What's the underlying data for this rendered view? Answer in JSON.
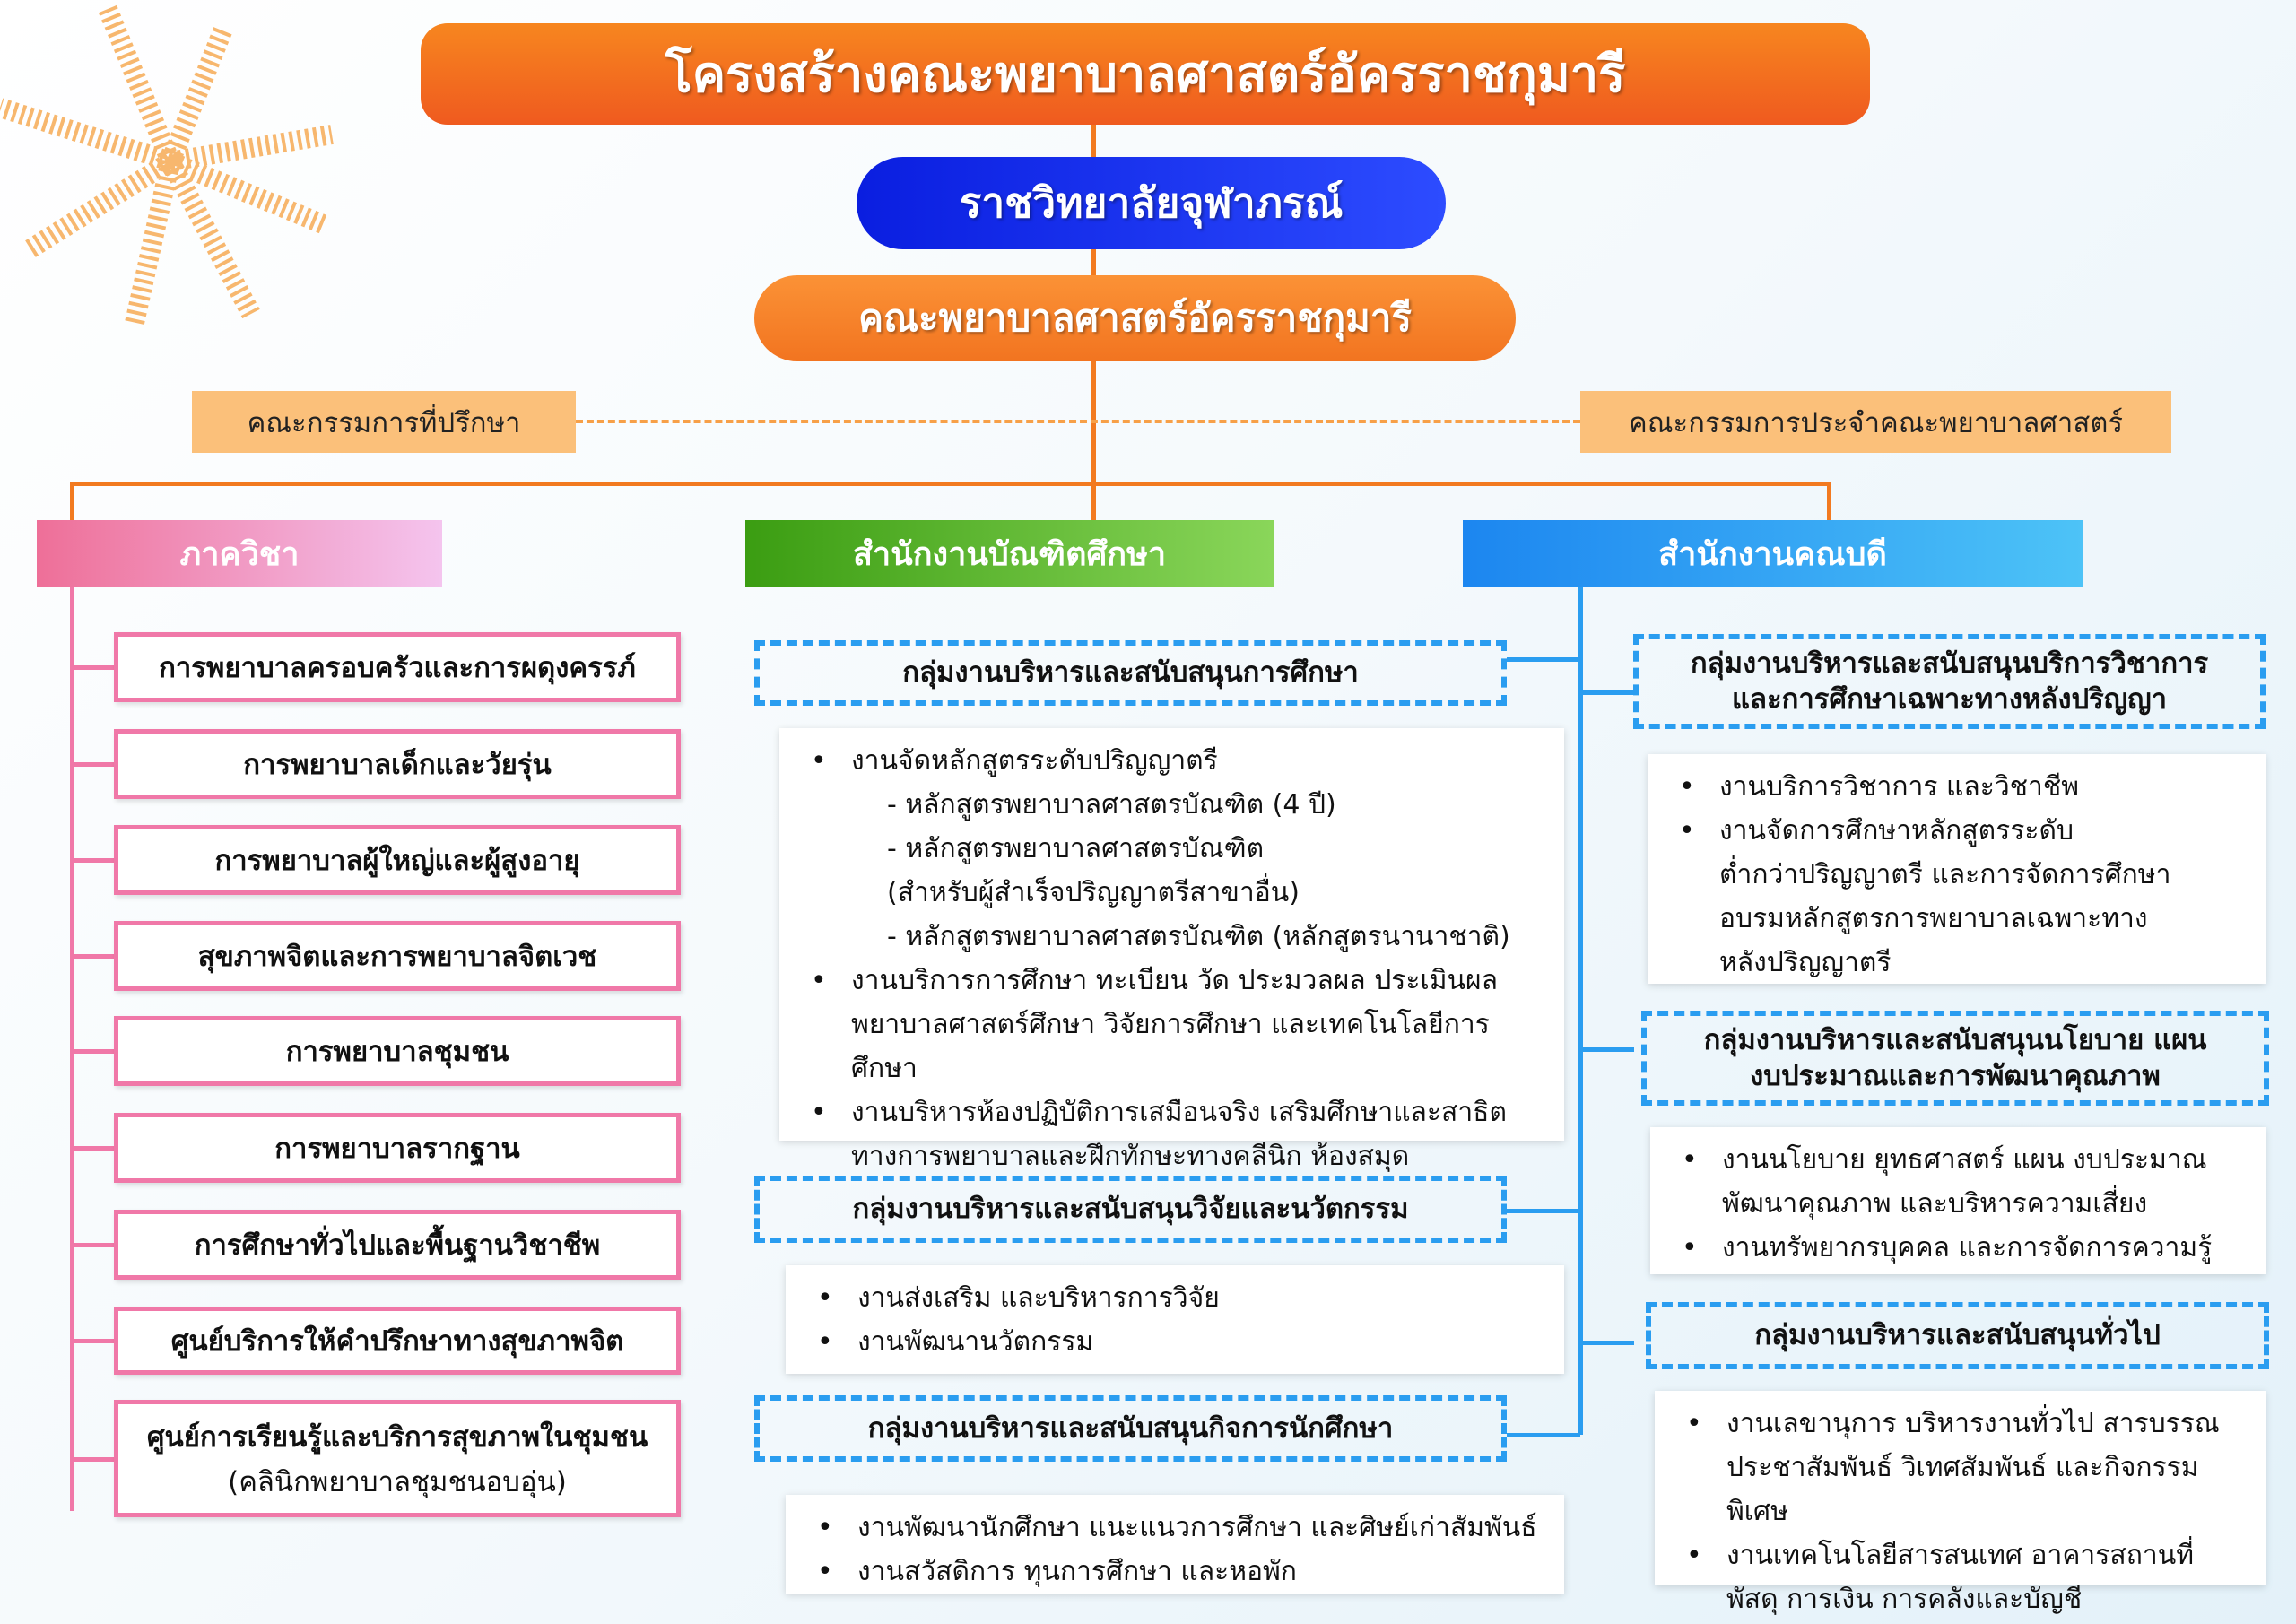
{
  "title": "โครงสร้างคณะพยาบาลศาสตร์อัครราชกุมารี",
  "college": "ราชวิทยาลัยจุฬาภรณ์",
  "faculty": "คณะพยาบาลศาสตร์อัครราชกุมารี",
  "advisory_committee": "คณะกรรมการที่ปรึกษา",
  "faculty_committee": "คณะกรรมการประจำคณะพยาบาลศาสตร์",
  "columns": {
    "departments": "ภาควิชา",
    "graduate_office": "สำนักงานบัณฑิตศึกษา",
    "dean_office": "สำนักงานคณบดี"
  },
  "colors": {
    "orange": "#f26b1f",
    "blue": "#1a2fe0",
    "pink": "#f078a8",
    "green": "#4fb81e",
    "sky": "#2a9df0"
  },
  "departments": [
    {
      "name": "การพยาบาลครอบครัวและการผดุงครรภ์"
    },
    {
      "name": "การพยาบาลเด็กและวัยรุ่น"
    },
    {
      "name": "การพยาบาลผู้ใหญ่และผู้สูงอายุ"
    },
    {
      "name": "สุขภาพจิตและการพยาบาลจิตเวช"
    },
    {
      "name": "การพยาบาลชุมชน"
    },
    {
      "name": "การพยาบาลรากฐาน"
    },
    {
      "name": "การศึกษาทั่วไปและพื้นฐานวิชาชีพ"
    },
    {
      "name": "ศูนย์บริการให้คำปรึกษาทางสุขภาพจิต"
    },
    {
      "name": "ศูนย์การเรียนรู้และบริการสุขภาพในชุมชน",
      "sub": "(คลินิกพยาบาลชุมชนอบอุ่น)"
    }
  ],
  "graduate": [
    {
      "title": "กลุ่มงานบริหารและสนับสนุนการศึกษา",
      "lines": [
        [
          "li",
          "งานจัดหลักสูตรระดับปริญญาตรี"
        ],
        [
          "sub",
          "- หลักสูตรพยาบาลศาสตรบัณฑิต (4 ปี)"
        ],
        [
          "sub",
          "- หลักสูตรพยาบาลศาสตรบัณฑิต"
        ],
        [
          "sub",
          "  (สำหรับผู้สำเร็จปริญญาตรีสาขาอื่น)"
        ],
        [
          "sub",
          "- หลักสูตรพยาบาลศาสตรบัณฑิต (หลักสูตรนานาชาติ)"
        ],
        [
          "li",
          "งานบริการการศึกษา ทะเบียน วัด ประมวลผล ประเมินผล"
        ],
        [
          "cont",
          "พยาบาลศาสตร์ศึกษา วิจัยการศึกษา และเทคโนโลยีการศึกษา"
        ],
        [
          "li",
          "งานบริหารห้องปฏิบัติการเสมือนจริง เสริมศึกษาและสาธิต"
        ],
        [
          "cont",
          "ทางการพยาบาลและฝึกทักษะทางคลีนิก ห้องสมุด"
        ]
      ]
    },
    {
      "title": "กลุ่มงานบริหารและสนับสนุนวิจัยและนวัตกรรม",
      "lines": [
        [
          "li",
          "งานส่งเสริม และบริหารการวิจัย"
        ],
        [
          "li",
          "งานพัฒนานวัตกรรม"
        ]
      ]
    },
    {
      "title": "กลุ่มงานบริหารและสนับสนุนกิจการนักศึกษา",
      "lines": [
        [
          "li",
          "งานพัฒนานักศึกษา แนะแนวการศึกษา และศิษย์เก่าสัมพันธ์"
        ],
        [
          "li",
          "งานสวัสดิการ ทุนการศึกษา และหอพัก"
        ]
      ]
    }
  ],
  "dean": [
    {
      "title": "กลุ่มงานบริหารและสนับสนุนบริการวิชาการ",
      "title2": "และการศึกษาเฉพาะทางหลังปริญญา",
      "lines": [
        [
          "li",
          "งานบริการวิชาการ และวิชาชีพ"
        ],
        [
          "li",
          "งานจัดการศึกษาหลักสูตรระดับ"
        ],
        [
          "cont",
          "ต่ำกว่าปริญญาตรี และการจัดการศึกษา"
        ],
        [
          "cont",
          "อบรมหลักสูตรการพยาบาลเฉพาะทาง"
        ],
        [
          "cont",
          "หลังปริญญาตรี"
        ]
      ]
    },
    {
      "title": "กลุ่มงานบริหารและสนับสนุนนโยบาย แผน",
      "title2": "งบประมาณและการพัฒนาคุณภาพ",
      "lines": [
        [
          "li",
          "งานนโยบาย ยุทธศาสตร์ แผน งบประมาณ"
        ],
        [
          "cont",
          "พัฒนาคุณภาพ และบริหารความเสี่ยง"
        ],
        [
          "li",
          "งานทรัพยากรบุคคล และการจัดการความรู้"
        ]
      ]
    },
    {
      "title": "กลุ่มงานบริหารและสนับสนุนทั่วไป",
      "lines": [
        [
          "li",
          "งานเลขานุการ บริหารงานทั่วไป สารบรรณ"
        ],
        [
          "cont",
          "ประชาสัมพันธ์ วิเทศสัมพันธ์ และกิจกรรมพิเศษ"
        ],
        [
          "li",
          "งานเทคโนโลยีสารสนเทศ อาคารสถานที่"
        ],
        [
          "cont",
          "พัสดุ การเงิน การคลังและบัญชี"
        ]
      ]
    }
  ]
}
